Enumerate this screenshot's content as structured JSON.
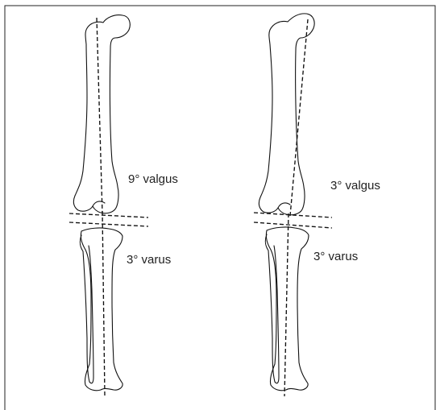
{
  "diagram": {
    "left_leg": {
      "femur_angle_label": "9° valgus",
      "tibia_angle_label": "3° varus"
    },
    "right_leg": {
      "femur_angle_label": "3° valgus",
      "tibia_angle_label": "3° varus"
    }
  }
}
